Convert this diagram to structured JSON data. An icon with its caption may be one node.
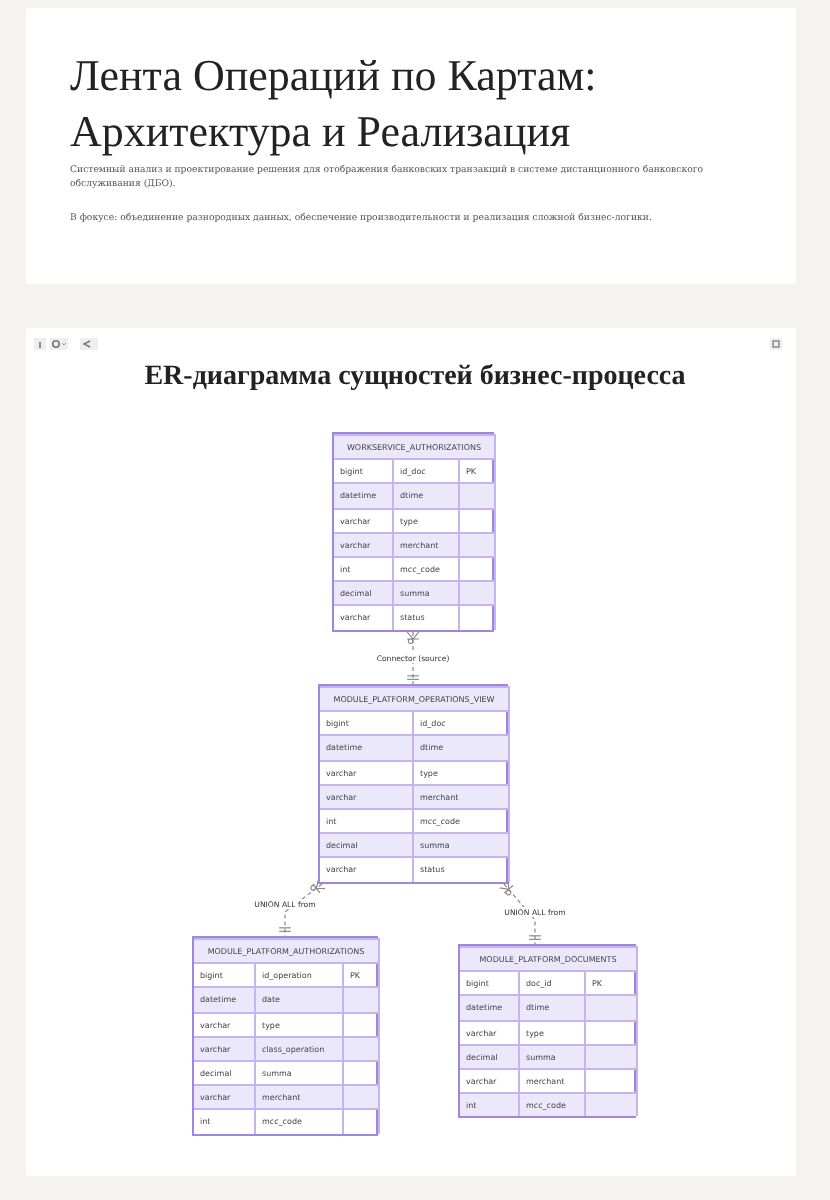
{
  "diagram": {
    "title": "ER-диаграмма сущностей бизнес-процесса",
    "nodes": [
      {
        "text": [
          "WORKSERVICE_AUTHORIZATIONS",
          "bigint",
          "id_doc",
          "PK",
          "datetime",
          "dtime",
          "varchar",
          "type",
          "varchar",
          "merchant",
          "int",
          "mcc_code",
          "decimal",
          "summa",
          "varchar",
          "status"
        ]
      },
      {
        "text": [
          "MODULE_PLATFORM_OPERATIONS_VIEW",
          "bigint",
          "id_doc",
          "datetime",
          "dtime",
          "varchar",
          "type",
          "varchar",
          "merchant",
          "int",
          "mcc_code",
          "decimal",
          "summa",
          "varchar",
          "status"
        ]
      },
      {
        "text": [
          "MODULE_PLATFORM_AUTHORIZATIONS",
          "bigint",
          "id_operation",
          "PK",
          "datetime",
          "date",
          "varchar",
          "type",
          "varchar",
          "class_operation",
          "decimal",
          "summa",
          "varchar",
          "merchant",
          "int",
          "mcc_code"
        ]
      },
      {
        "text": [
          "MODULE_PLATFORM_DOCUMENTS",
          "bigint",
          "doc_id",
          "PK",
          "datetime",
          "dtime",
          "varchar",
          "type",
          "decimal",
          "summa",
          "varchar",
          "merchant",
          "int",
          "mcc_code"
        ]
      }
    ],
    "edges": [
      {
        "from": 0,
        "to": 1,
        "arrow": "other",
        "label": "Connector (source)",
        "style": "dashed"
      },
      {
        "from": 1,
        "to": 2,
        "arrow": "other",
        "label": "UNION ALL from",
        "style": "dashed"
      },
      {
        "from": 1,
        "to": 3,
        "arrow": "other",
        "label": "UNION ALL from",
        "style": "dashed"
      }
    ],
    "labels": [
      "Лента Операций по Картам: Архитектура и Реализация",
      "Системный анализ и проектирование решения для отображения банковских транзакций в системе дистанционного банковского обслуживания (ДБО).",
      "В фокусе: объединение разнородных данных, обеспечение производительности и реализация сложной бизнес-логики."
    ]
  }
}
